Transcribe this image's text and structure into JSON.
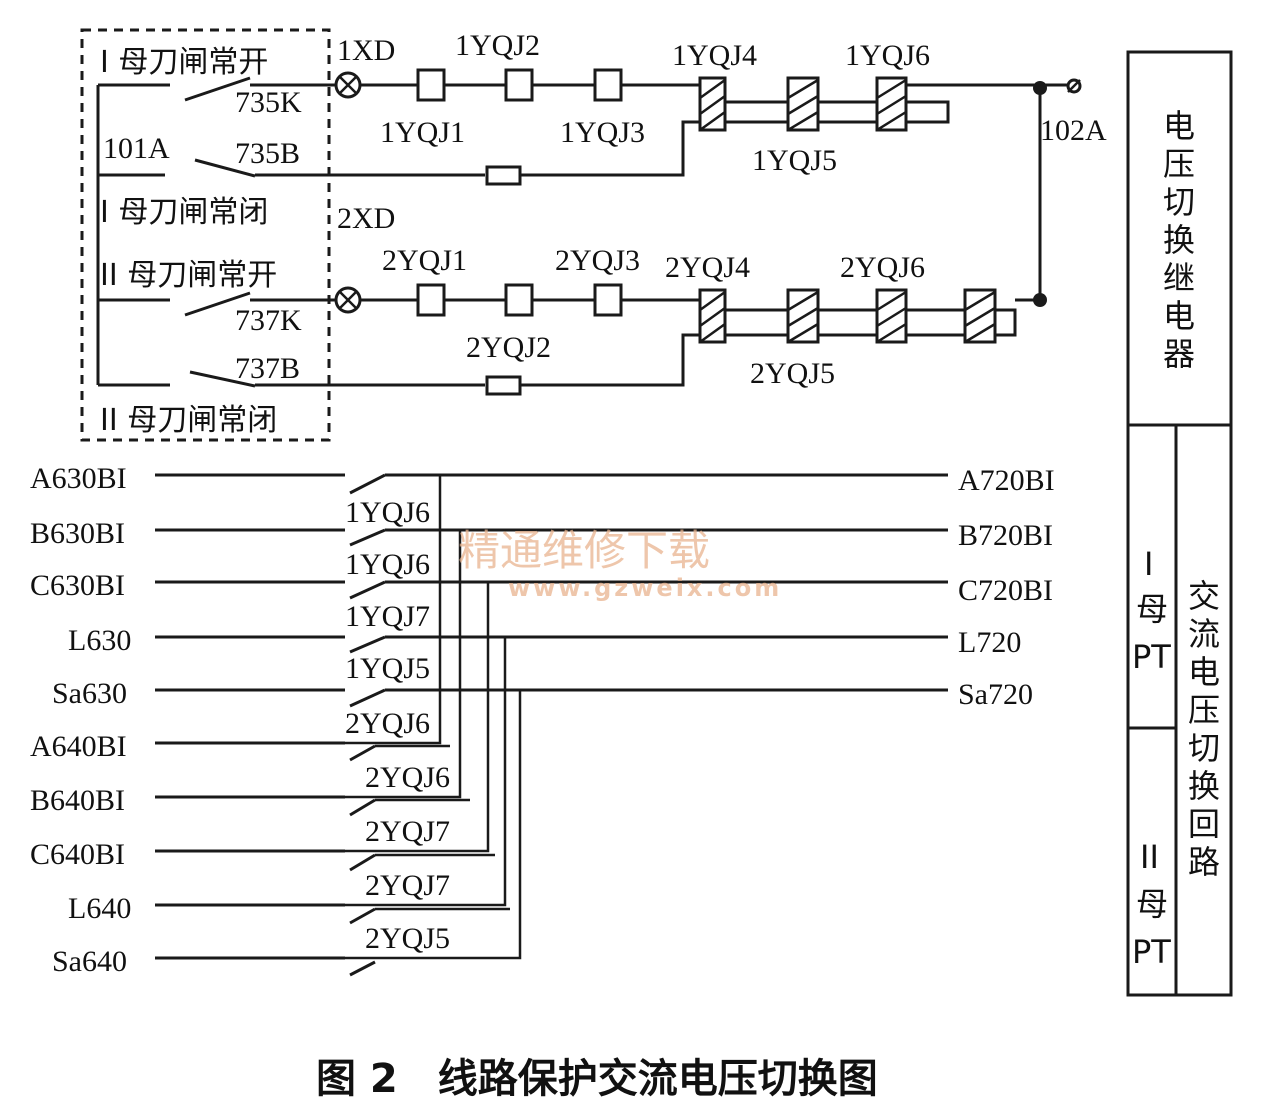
{
  "caption": "图 2　线路保护交流电压切换图",
  "watermark": {
    "cn": "精通维修下载",
    "url": "www.gzweix.com"
  },
  "panel": {
    "top": "电压切换继电器",
    "bottom_right": "交流电压切换回路",
    "pt1": "I母PT",
    "pt2": "II母PT"
  },
  "relay_section": {
    "contacts": [
      {
        "label_cn": "I 母刀闸常开",
        "label_code": "735K"
      },
      {
        "label_cn": "I 母刀闸常闭",
        "label_code": "735B"
      },
      {
        "label_cn": "II 母刀闸常开",
        "label_code": "737K"
      },
      {
        "label_cn": "II 母刀闸常闭",
        "label_code": "737B"
      }
    ],
    "terminals": {
      "left": "101A",
      "right": "102A"
    },
    "indicators": [
      "1XD",
      "2XD"
    ],
    "row1_coils": [
      "1YQJ1",
      "1YQJ2",
      "1YQJ3",
      "1YQJ4",
      "1YQJ5",
      "1YQJ6"
    ],
    "row2_coils": [
      "2YQJ1",
      "2YQJ2",
      "2YQJ3",
      "2YQJ4",
      "2YQJ5",
      "2YQJ6"
    ]
  },
  "switching": {
    "inputs": [
      "A630BI",
      "B630BI",
      "C630BI",
      "L630",
      "Sa630",
      "A640BI",
      "B640BI",
      "C640BI",
      "L640",
      "Sa640"
    ],
    "contact_labels": [
      "1YQJ6",
      "1YQJ6",
      "1YQJ7",
      "1YQJ5",
      "2YQJ6",
      "2YQJ6",
      "2YQJ7",
      "2YQJ7",
      "2YQJ5"
    ],
    "outputs": [
      "A720BI",
      "B720BI",
      "C720BI",
      "L720",
      "Sa720"
    ]
  }
}
